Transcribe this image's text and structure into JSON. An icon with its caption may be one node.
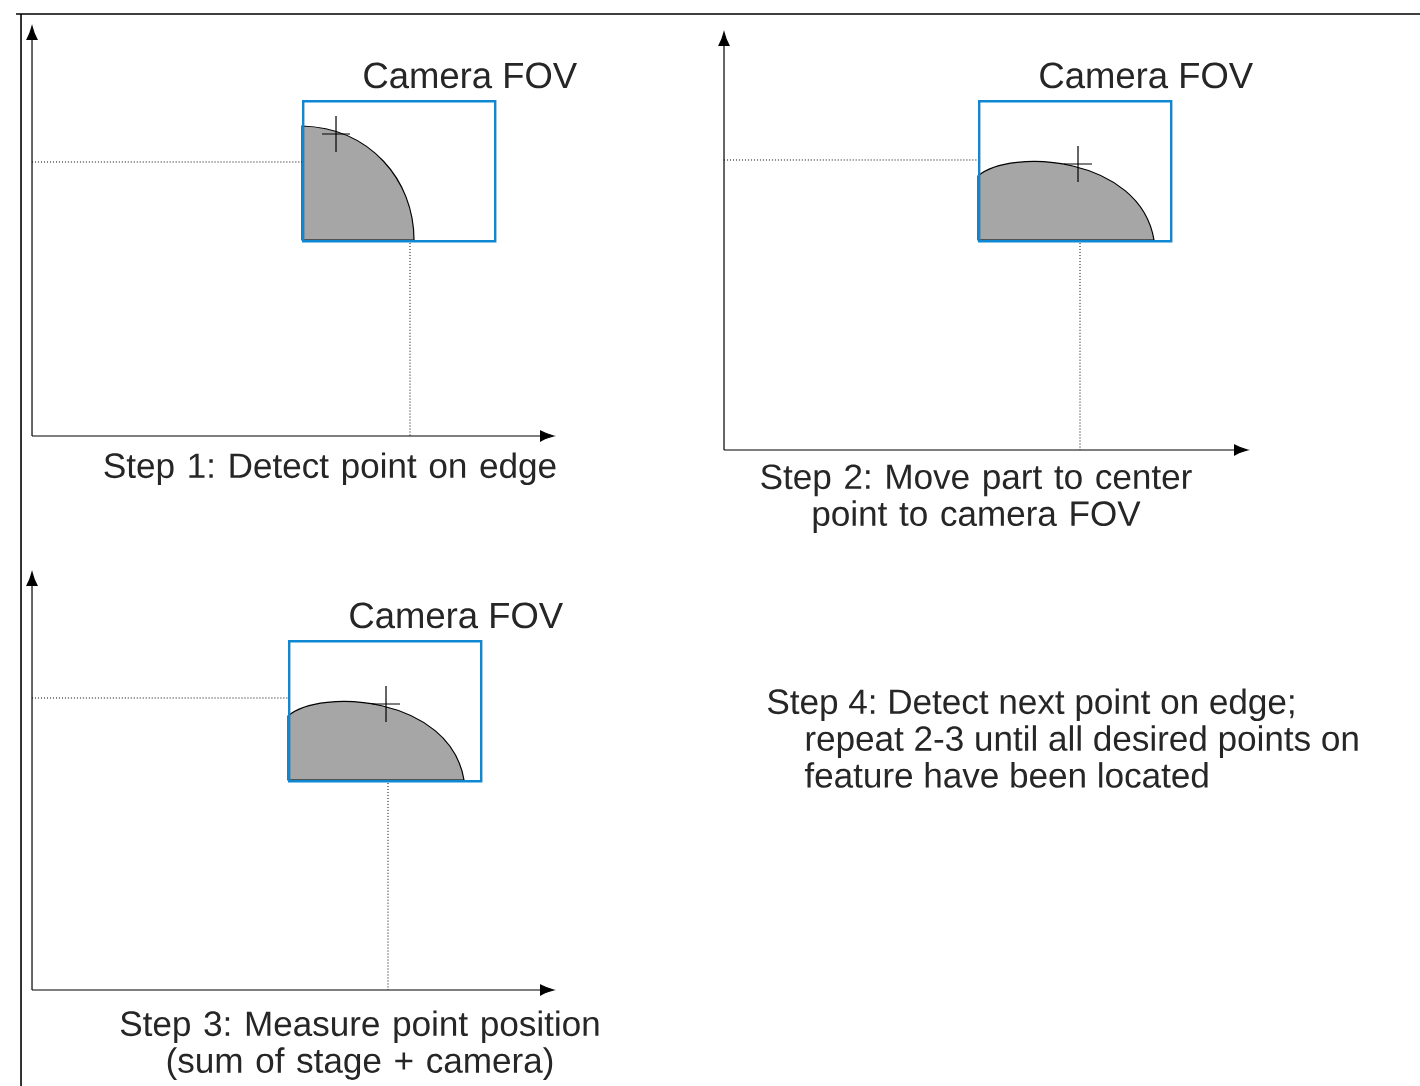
{
  "diagram": {
    "nodes": [
      {
        "text": [
          "Camera FOV"
        ]
      },
      {
        "text": [
          "Camera FOV"
        ]
      },
      {
        "text": [
          "Camera FOV"
        ]
      }
    ],
    "labels": [
      "Step 1: Detect point on edge",
      "Step 2: Move part to center point to camera FOV",
      "Step 4: Detect next point on edge; repeat 2-3 until all desired points on feature have been located",
      "Step 3: Measure point position (sum of stage + camera)"
    ]
  }
}
